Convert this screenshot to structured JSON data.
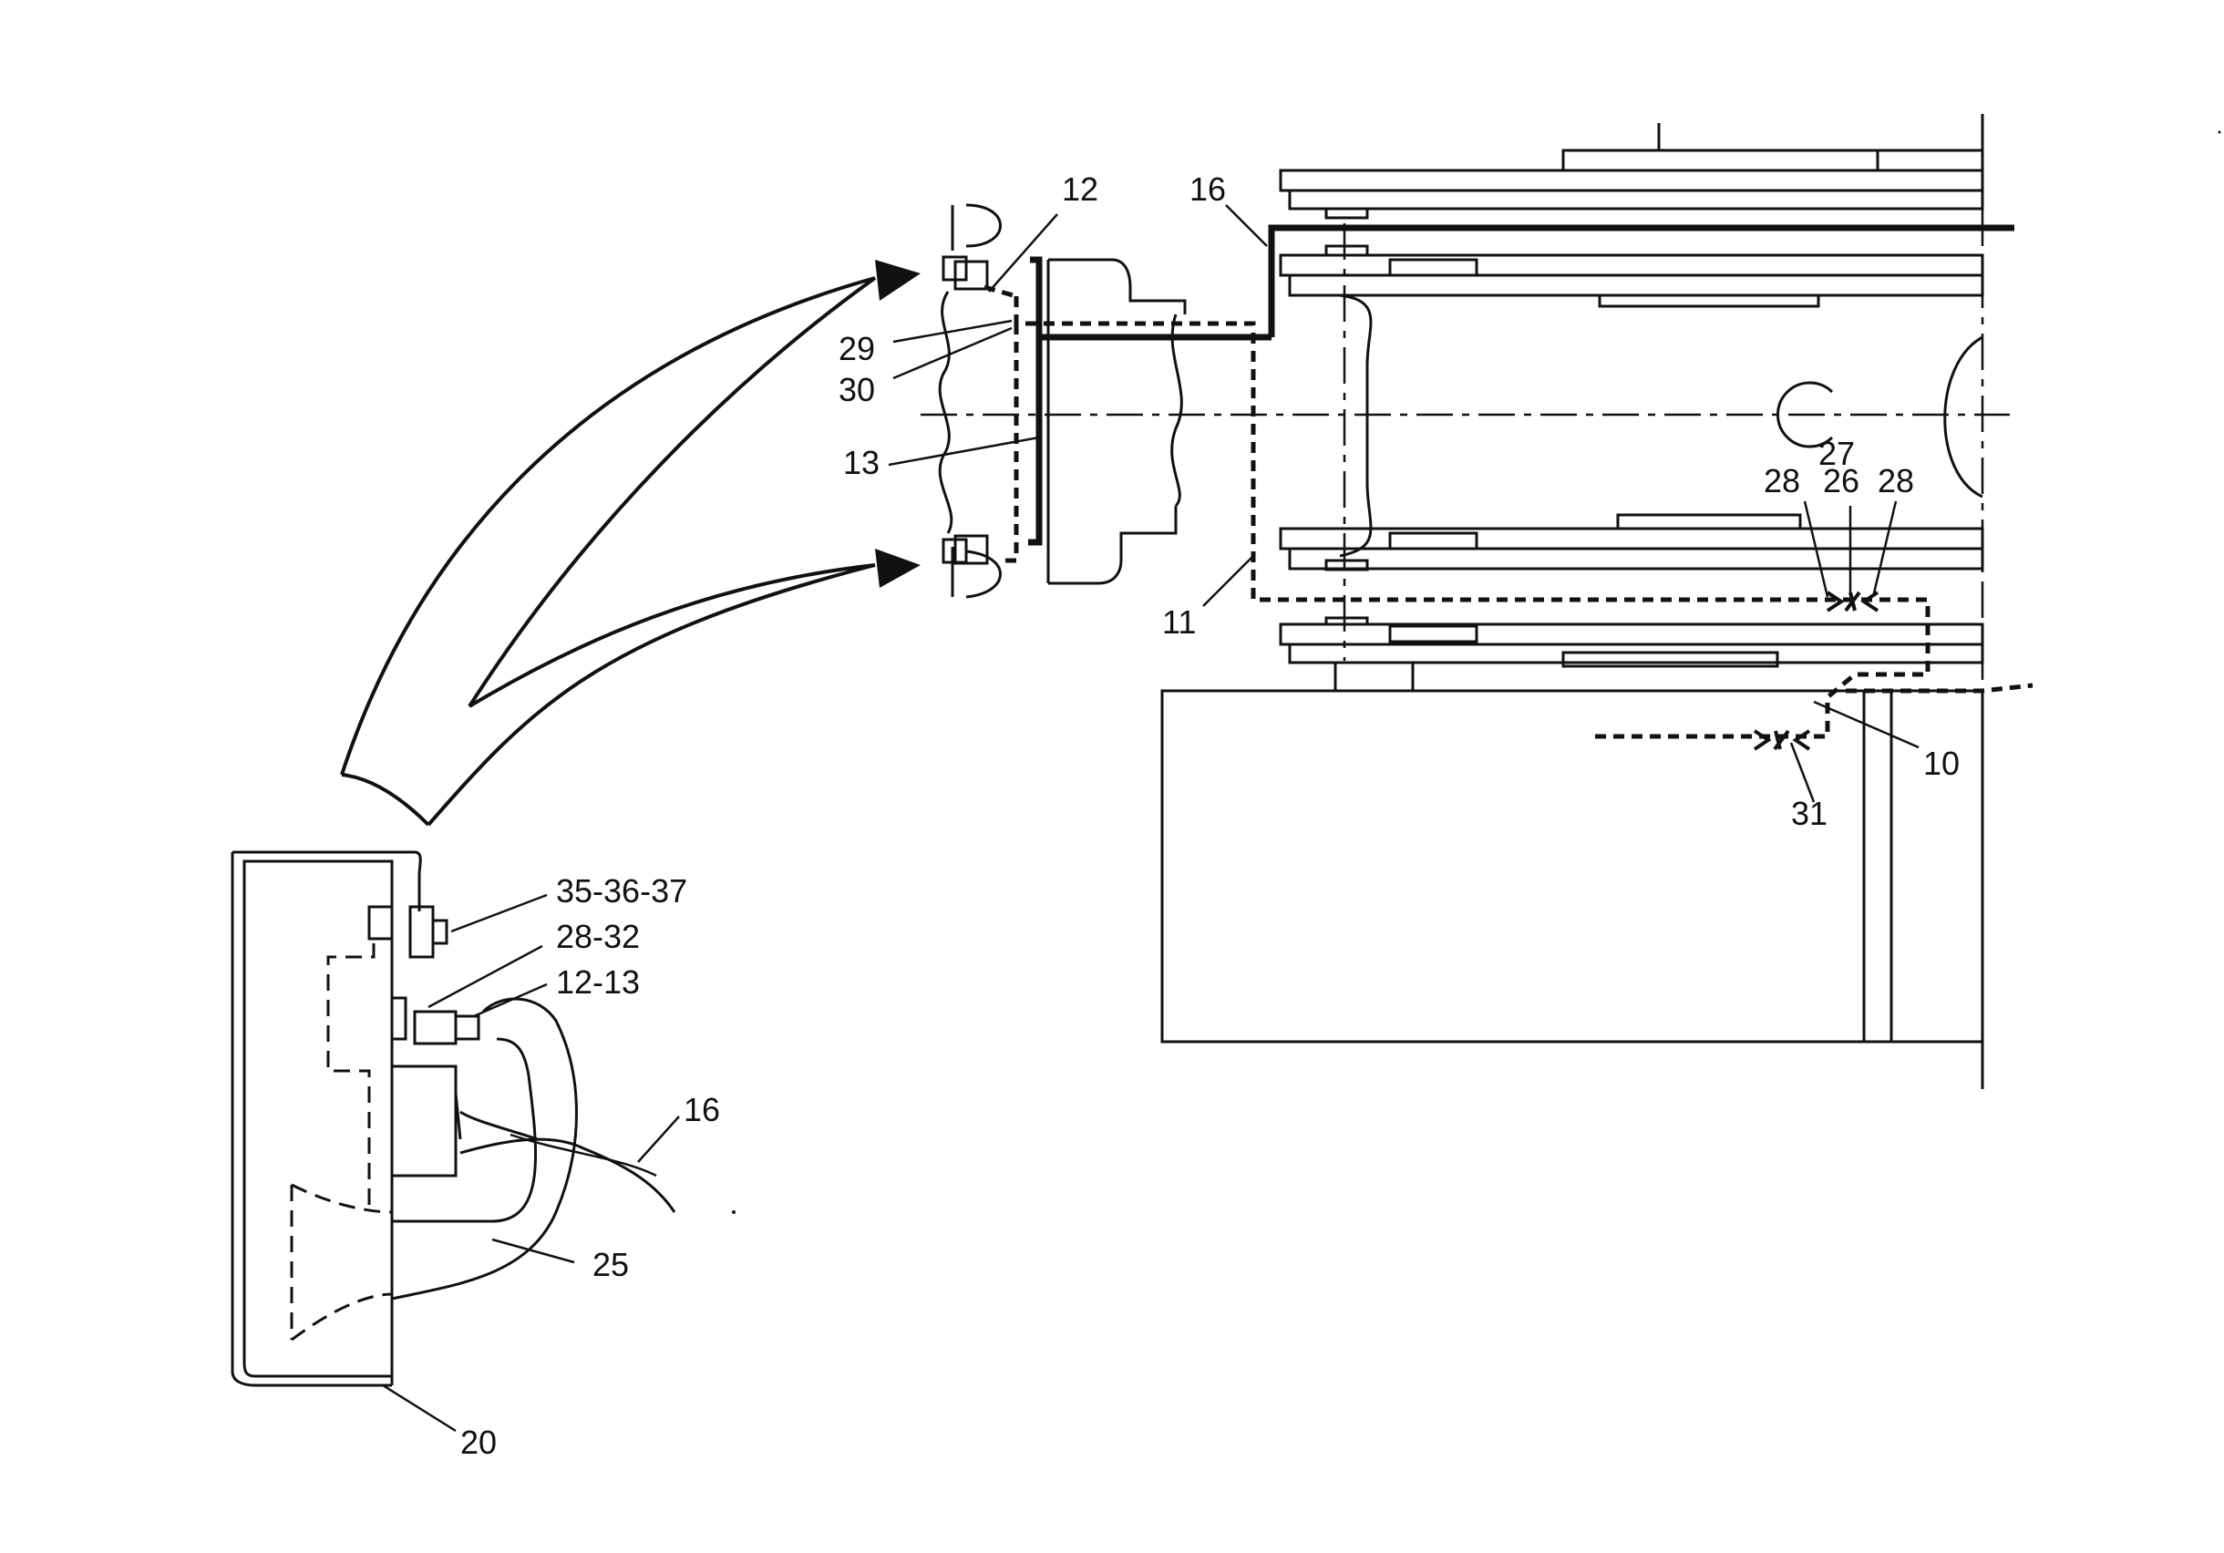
{
  "callouts": {
    "c12": "12",
    "c16": "16",
    "c29": "29",
    "c30": "30",
    "c13": "13",
    "c27": "27",
    "c28a": "28",
    "c26": "26",
    "c28b": "28",
    "c11": "11",
    "c10": "10",
    "c31": "31",
    "c35_36_37": "35-36-37",
    "c28_32": "28-32",
    "c12_13": "12-13",
    "c16b": "16",
    "c25": "25",
    "c20": "20"
  },
  "colors": {
    "ink": "#111111",
    "paper": "#ffffff"
  }
}
